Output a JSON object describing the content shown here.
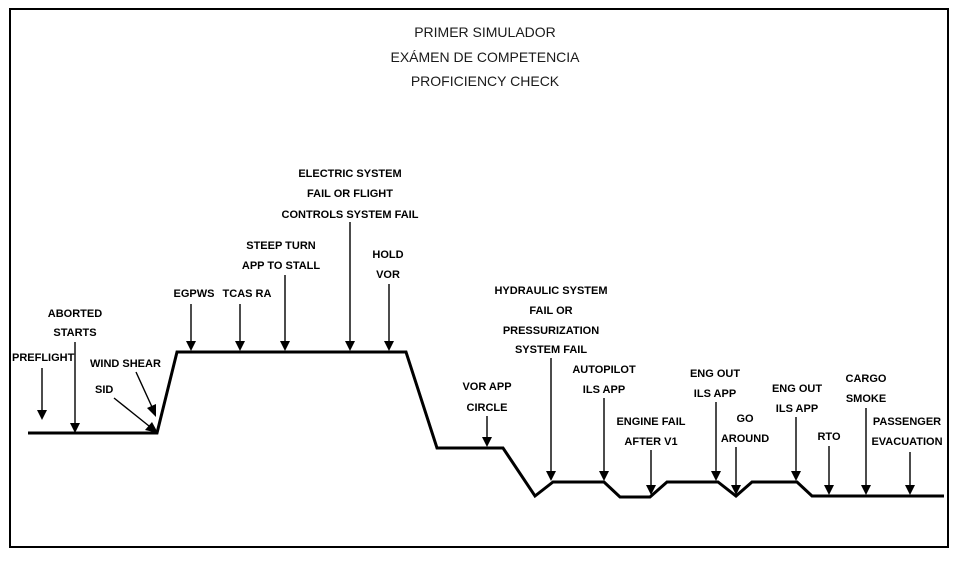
{
  "title": {
    "line1": "PRIMER SIMULADOR",
    "line2": "EXÁMEN DE COMPETENCIA",
    "line3": "PROFICIENCY CHECK"
  },
  "events": {
    "preflight": "PREFLIGHT",
    "aborted_starts_1": "ABORTED",
    "aborted_starts_2": "STARTS",
    "wind_shear": "WIND SHEAR",
    "sid": "SID",
    "egpws": "EGPWS",
    "tcas_ra": "TCAS RA",
    "steep_turn_1": "STEEP TURN",
    "steep_turn_2": "APP TO STALL",
    "electric_1": "ELECTRIC SYSTEM",
    "electric_2": "FAIL OR FLIGHT",
    "electric_3": "CONTROLS SYSTEM FAIL",
    "hold_1": "HOLD",
    "hold_2": "VOR",
    "vor_app_1": "VOR APP",
    "vor_app_2": "CIRCLE",
    "hydraulic_1": "HYDRAULIC SYSTEM",
    "hydraulic_2": "FAIL OR",
    "hydraulic_3": "PRESSURIZATION",
    "hydraulic_4": "SYSTEM FAIL",
    "autopilot_1": "AUTOPILOT",
    "autopilot_2": "ILS APP",
    "engine_fail_1": "ENGINE FAIL",
    "engine_fail_2": "AFTER V1",
    "eng_out_a_1": "ENG OUT",
    "eng_out_a_2": "ILS APP",
    "go_around_1": "GO",
    "go_around_2": "AROUND",
    "eng_out_b_1": "ENG OUT",
    "eng_out_b_2": "ILS APP",
    "rto": "RTO",
    "cargo_1": "CARGO",
    "cargo_2": "SMOKE",
    "passenger_1": "PASSENGER",
    "passenger_2": "EVACUATION"
  }
}
